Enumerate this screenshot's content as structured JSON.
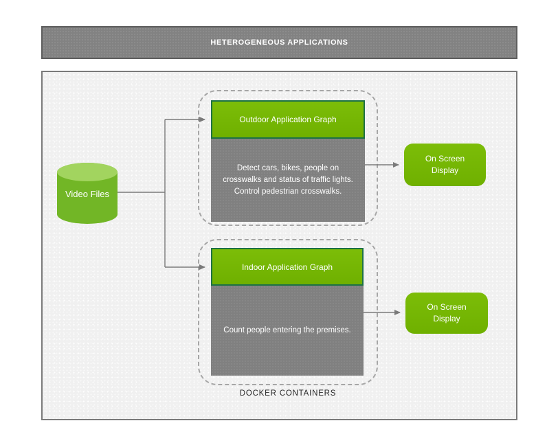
{
  "header": {
    "title": "HETEROGENEOUS APPLICATIONS"
  },
  "source": {
    "label": "Video Files"
  },
  "containers": [
    {
      "title": "Outdoor Application Graph",
      "description": "Detect cars, bikes, people on crosswalks and status of traffic lights. Control pedestrian crosswalks."
    },
    {
      "title": "Indoor Application Graph",
      "description": "Count people entering the premises."
    }
  ],
  "outputs": [
    {
      "label": "On Screen Display"
    },
    {
      "label": "On Screen Display"
    }
  ],
  "footer": {
    "docker_label": "DOCKER CONTAINERS"
  },
  "colors": {
    "green": "#76b900",
    "green_light": "#a2d45f",
    "green_border": "#1d7145",
    "gray": "#808080",
    "banner_gray": "#828282",
    "connector": "#7a7a7a",
    "dashed_border": "#a6a6a6",
    "canvas_bg": "#f0f0f0"
  }
}
